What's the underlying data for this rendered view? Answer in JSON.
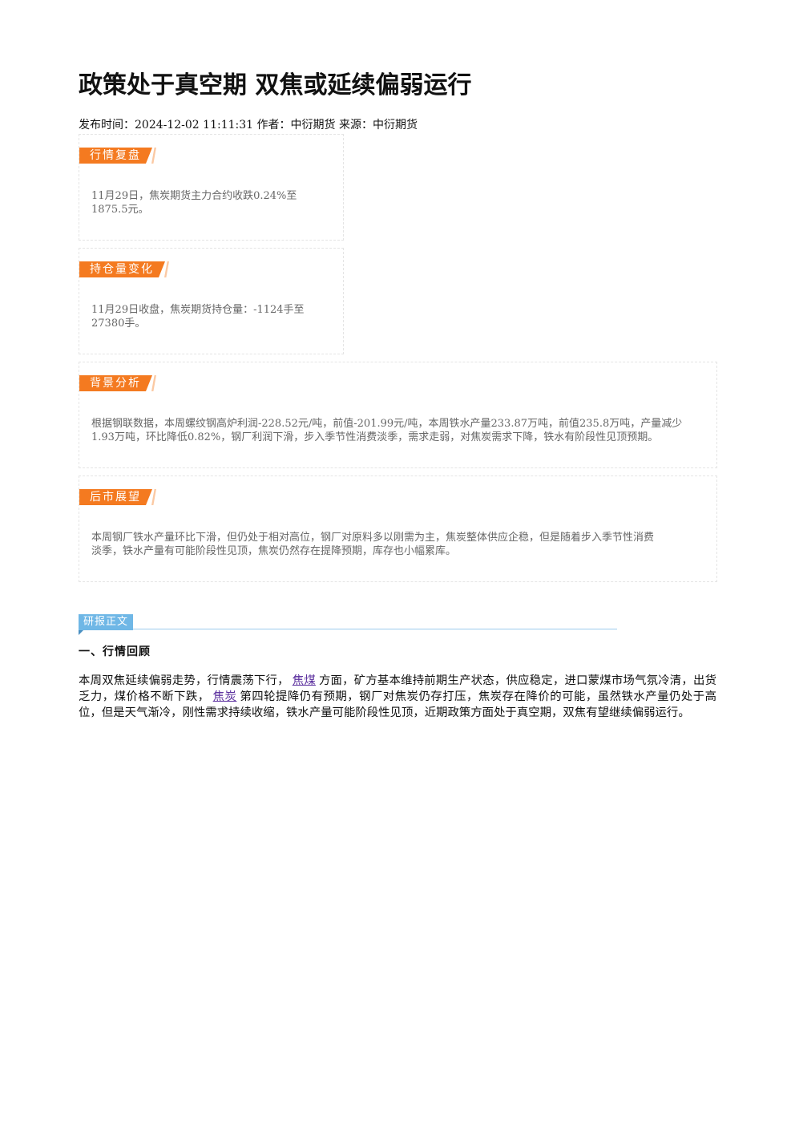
{
  "article": {
    "title": "政策处于真空期 双焦或延续偏弱运行",
    "meta": "发布时间：2024-12-02 11:11:31 作者：中衍期货 来源：中衍期货"
  },
  "cards": [
    {
      "tag": "行情复盘",
      "lines": [
        "11月29日，焦炭期货主力合约收跌0.24%至",
        "1875.5元。"
      ]
    },
    {
      "tag": "持仓量变化",
      "lines": [
        "11月29日收盘，焦炭期货持仓量：-1124手至",
        "27380手。"
      ]
    },
    {
      "tag": "背景分析",
      "lines": [
        "根据钢联数据，本周螺纹钢高炉利润-228.52元/吨，前值-201.99元/吨，本周铁水产量233.87万吨，前值235.8万吨，产量减少",
        "1.93万吨，环比降低0.82%，钢厂利润下滑，步入季节性消费淡季，需求走弱，对焦炭需求下降，铁水有阶段性见顶预期。"
      ]
    },
    {
      "tag": "后市展望",
      "lines": [
        "本周钢厂铁水产量环比下滑，但仍处于相对高位，钢厂对原料多以刚需为主，焦炭整体供应企稳，但是随着步入季节性消费",
        "淡季，铁水产量有可能阶段性见顶，焦炭仍然存在提降预期，库存也小幅累库。"
      ]
    }
  ],
  "body": {
    "section_label": "研报正文",
    "heading": "一、行情回顾",
    "para_part1": "本周双焦延续偏弱走势，行情震荡下行，",
    "link1": "焦煤",
    "para_part2": "方面，矿方基本维持前期生产状态，供应稳定，进口蒙煤市场气氛冷清，出货乏力，煤价格不断下跌，",
    "link2": "焦炭",
    "para_part3": "第四轮提降仍有预期，钢厂对焦炭仍存打压，焦炭存在降价的可能，虽然铁水产量仍处于高位，但是天气渐冷，刚性需求持续收缩，铁水产量可能阶段性见顶，近期政策方面处于真空期，双焦有望继续偏弱运行。"
  }
}
